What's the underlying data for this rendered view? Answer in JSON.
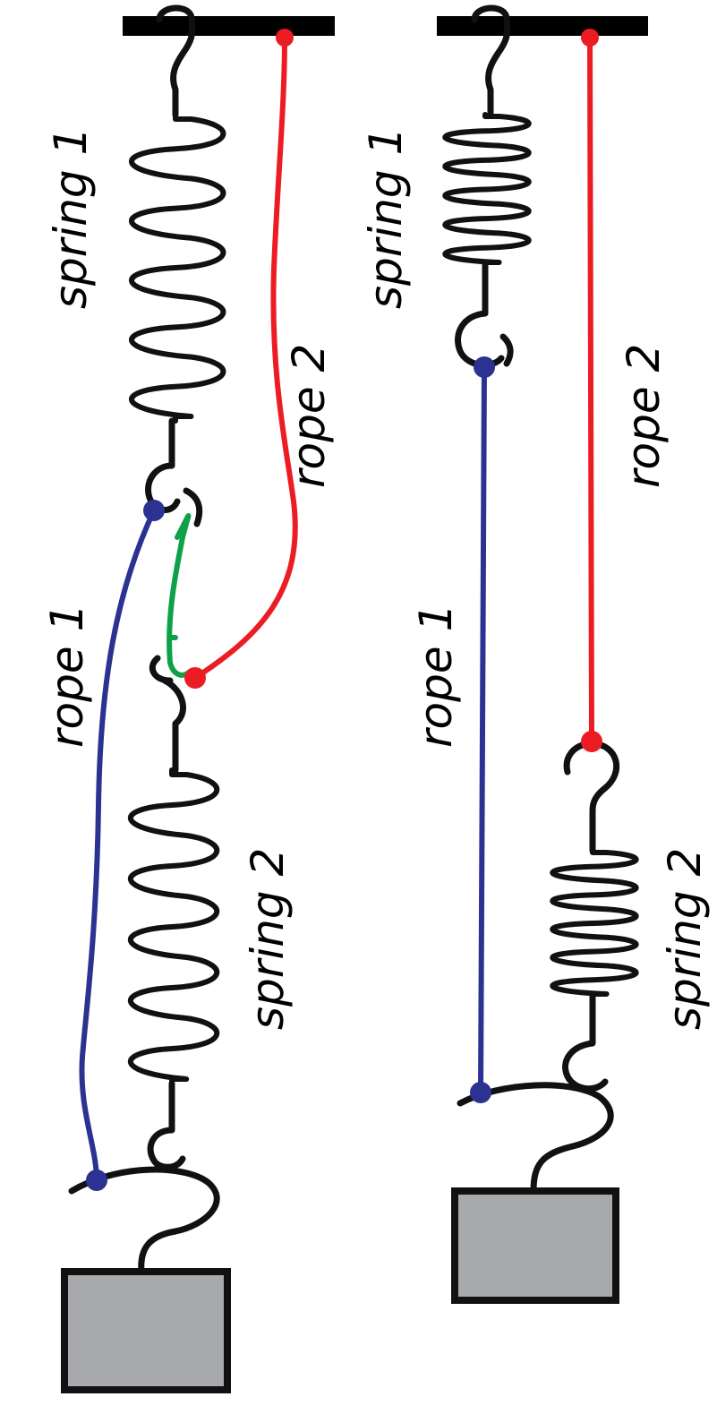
{
  "labels": {
    "top": {
      "spring1": "spring 1",
      "spring2": "spring 2",
      "rope1": "rope 1",
      "rope2": "rope 2"
    },
    "bottom": {
      "spring1": "spring 1",
      "spring2": "spring 2",
      "rope1": "rope 1",
      "rope2": "rope 2"
    }
  },
  "colors": {
    "rope1": "#2b3291",
    "rope2": "#ec1c24",
    "link": "#0fa14a",
    "wall": "#000000",
    "mass_fill": "#a7a9ac",
    "mass_stroke": "#111111",
    "spring": "#111111"
  }
}
